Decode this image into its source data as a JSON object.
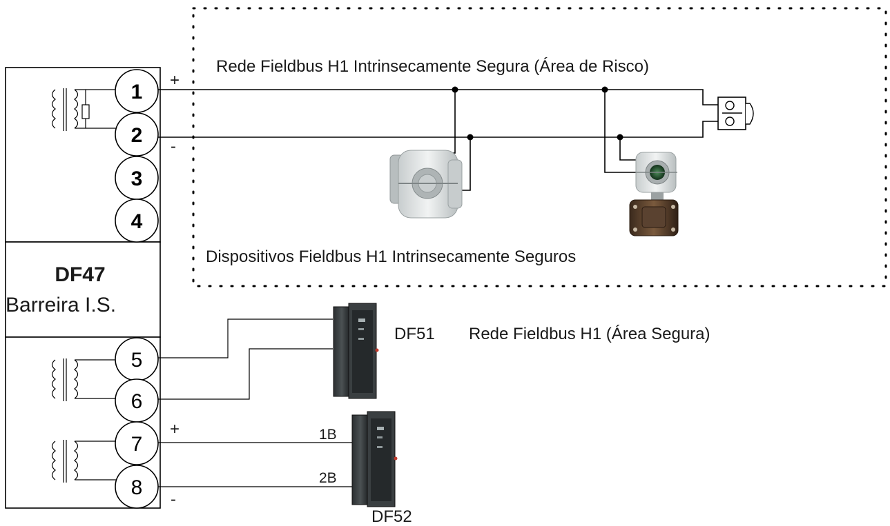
{
  "diagram": {
    "hazard_title": "Rede Fieldbus H1 Intrinsecamente Segura (Área de Risco)",
    "devices_label": "Dispositivos Fieldbus H1 Intrinsecamente Seguros",
    "barrier": {
      "name": "DF47",
      "description": "Barreira I.S."
    },
    "terminals": [
      "1",
      "2",
      "3",
      "4",
      "5",
      "6",
      "7",
      "8"
    ],
    "polarity": {
      "plus": "+",
      "minus": "-"
    },
    "df51": {
      "name": "DF51",
      "network_label": "Rede Fieldbus H1 (Área Segura)"
    },
    "df52": {
      "name": "DF52",
      "pin_1b": "1B",
      "pin_2b": "2B"
    }
  }
}
